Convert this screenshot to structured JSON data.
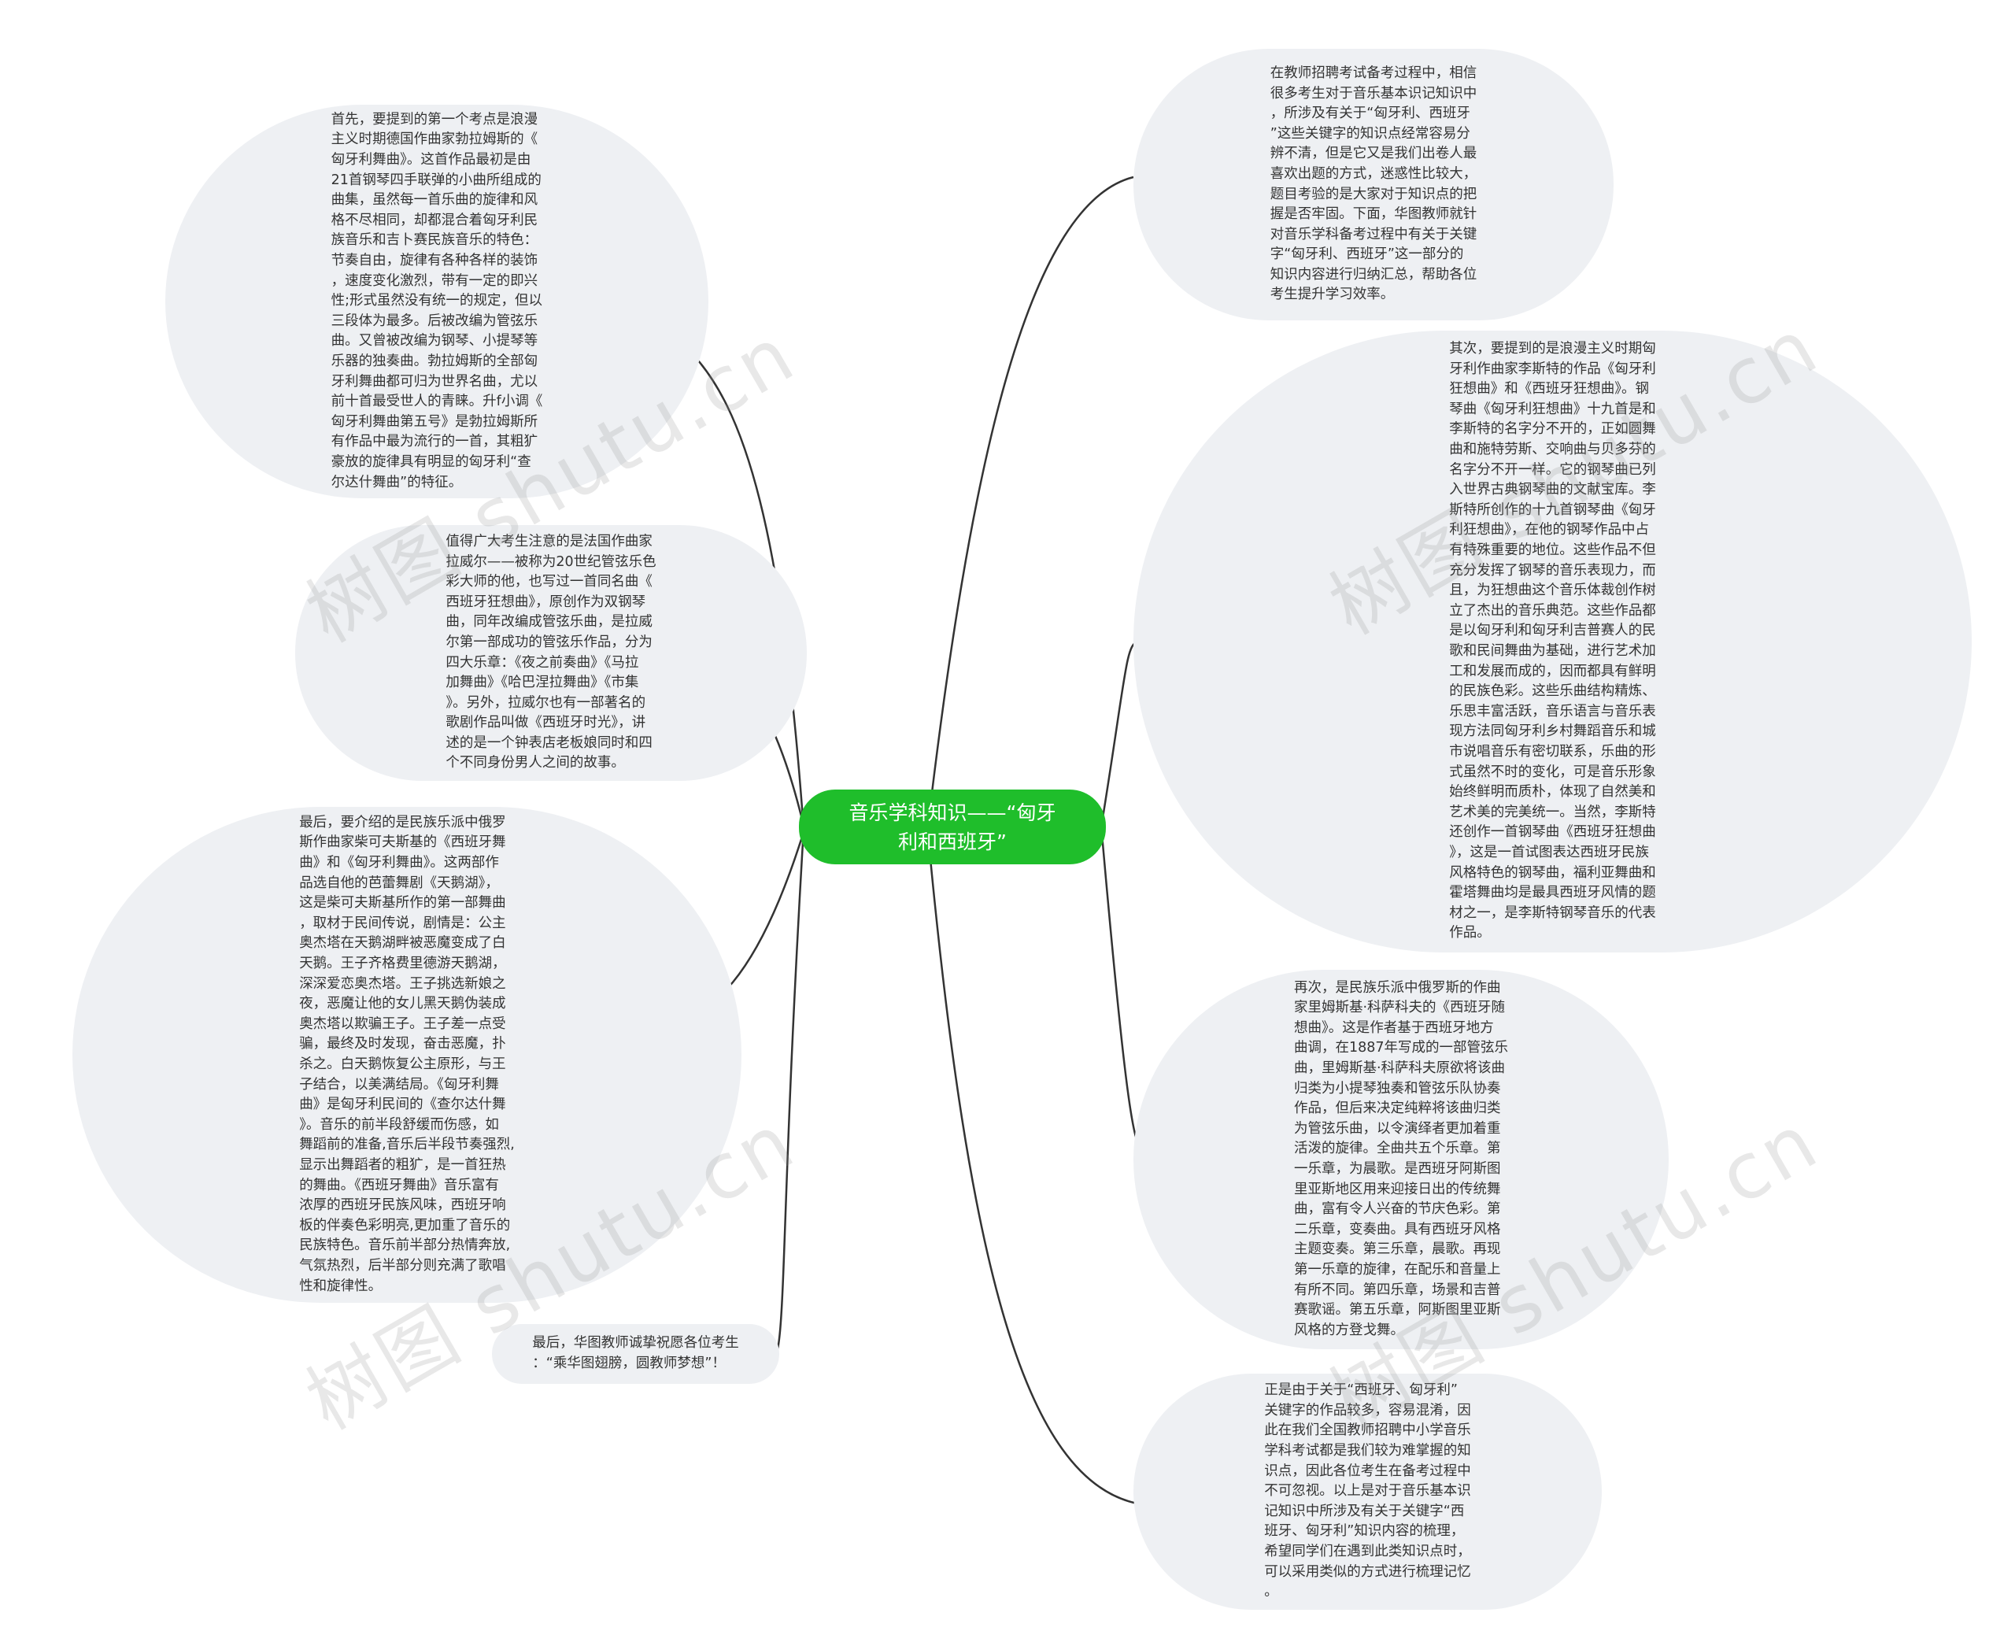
{
  "center": {
    "text": "音乐学科知识——“匈牙\n利和西班牙”",
    "color": "#1fbe2b"
  },
  "nodes": [
    {
      "id": "intro",
      "text": "在教师招聘考试备考过程中，相信\n很多考生对于音乐基本识记知识中\n，所涉及有关于“匈牙利、西班牙\n”这些关键字的知识点经常容易分\n辨不清，但是它又是我们出卷人最\n喜欢出题的方式，迷惑性比较大，\n题目考验的是大家对于知识点的把\n握是否牢固。下面，华图教师就针\n对音乐学科备考过程中有关于关键\n字“匈牙利、西班牙”这一部分的\n知识内容进行归纳汇总，帮助各位\n考生提升学习效率。"
    },
    {
      "id": "first",
      "text": "首先，要提到的第一个考点是浪漫\n主义时期德国作曲家勃拉姆斯的《\n匈牙利舞曲》。这首作品最初是由\n21首钢琴四手联弹的小曲所组成的\n曲集，虽然每一首乐曲的旋律和风\n格不尽相同，却都混合着匈牙利民\n族音乐和吉卜赛民族音乐的特色：\n节奏自由，旋律有各种各样的装饰\n，速度变化激烈，带有一定的即兴\n性;形式虽然没有统一的规定，但以\n三段体为最多。后被改编为管弦乐\n曲。又曾被改编为钢琴、小提琴等\n乐器的独奏曲。勃拉姆斯的全部匈\n牙利舞曲都可归为世界名曲，尤以\n前十首最受世人的青睐。升f小调《\n匈牙利舞曲第五号》是勃拉姆斯所\n有作品中最为流行的一首，其粗犷\n豪放的旋律具有明显的匈牙利“查\n尔达什舞曲”的特征。"
    },
    {
      "id": "second",
      "text": "其次，要提到的是浪漫主义时期匈\n牙利作曲家李斯特的作品《匈牙利\n狂想曲》和《西班牙狂想曲》。钢\n琴曲《匈牙利狂想曲》十九首是和\n李斯特的名字分不开的，正如圆舞\n曲和施特劳斯、交响曲与贝多芬的\n名字分不开一样。它的钢琴曲已列\n入世界古典钢琴曲的文献宝库。李\n斯特所创作的十九首钢琴曲《匈牙\n利狂想曲》，在他的钢琴作品中占\n有特殊重要的地位。这些作品不但\n充分发挥了钢琴的音乐表现力，而\n且，为狂想曲这个音乐体裁创作树\n立了杰出的音乐典范。这些作品都\n是以匈牙利和匈牙利吉普赛人的民\n歌和民间舞曲为基础，进行艺术加\n工和发展而成的，因而都具有鲜明\n的民族色彩。这些乐曲结构精炼、\n乐思丰富活跃，音乐语言与音乐表\n现方法同匈牙利乡村舞蹈音乐和城\n市说唱音乐有密切联系，乐曲的形\n式虽然不时的变化，可是音乐形象\n始终鲜明而质朴，体现了自然美和\n艺术美的完美统一。当然，李斯特\n还创作一首钢琴曲《西班牙狂想曲\n》，这是一首试图表达西班牙民族\n风格特色的钢琴曲，福利亚舞曲和\n霍塔舞曲均是最具西班牙风情的题\n材之一，是李斯特钢琴音乐的代表\n作品。"
    },
    {
      "id": "ravel",
      "text": "值得广大考生注意的是法国作曲家\n拉威尔——被称为20世纪管弦乐色\n彩大师的他，也写过一首同名曲《\n西班牙狂想曲》，原创作为双钢琴\n曲，同年改编成管弦乐曲，是拉威\n尔第一部成功的管弦乐作品，分为\n四大乐章：《夜之前奏曲》《马拉\n加舞曲》《哈巴涅拉舞曲》《市集\n》。另外，拉威尔也有一部著名的\n歌剧作品叫做《西班牙时光》，讲\n述的是一个钟表店老板娘同时和四\n个不同身份男人之间的故事。"
    },
    {
      "id": "third",
      "text": "再次，是民族乐派中俄罗斯的作曲\n家里姆斯基·科萨科夫的《西班牙随\n想曲》。这是作者基于西班牙地方\n曲调，在1887年写成的一部管弦乐\n曲，里姆斯基·科萨科夫原欲将该曲\n归类为小提琴独奏和管弦乐队协奏\n作品，但后来决定纯粹将该曲归类\n为管弦乐曲，以令演绎者更加着重\n活泼的旋律。全曲共五个乐章。第\n一乐章，为晨歌。是西班牙阿斯图\n里亚斯地区用来迎接日出的传统舞\n曲，富有令人兴奋的节庆色彩。第\n二乐章，变奏曲。具有西班牙风格\n主题变奏。第三乐章，晨歌。再现\n第一乐章的旋律，在配乐和音量上\n有所不同。第四乐章，场景和吉普\n赛歌谣。第五乐章，阿斯图里亚斯\n风格的方登戈舞。"
    },
    {
      "id": "last",
      "text": "最后，要介绍的是民族乐派中俄罗\n斯作曲家柴可夫斯基的《西班牙舞\n曲》和《匈牙利舞曲》。这两部作\n品选自他的芭蕾舞剧《天鹅湖》，\n这是柴可夫斯基所作的第一部舞曲\n，取材于民间传说，剧情是：公主\n奥杰塔在天鹅湖畔被恶魔变成了白\n天鹅。王子齐格费里德游天鹅湖，\n深深爱恋奥杰塔。王子挑选新娘之\n夜，恶魔让他的女儿黑天鹅伪装成\n奥杰塔以欺骗王子。王子差一点受\n骗，最终及时发现，奋击恶魔，扑\n杀之。白天鹅恢复公主原形，与王\n子结合，以美满结局。《匈牙利舞\n曲》是匈牙利民间的《查尔达什舞\n》。音乐的前半段舒缓而伤感，如\n舞蹈前的准备,音乐后半段节奏强烈,\n显示出舞蹈者的粗犷，是一首狂热\n的舞曲。《西班牙舞曲》音乐富有\n浓厚的西班牙民族风味，西班牙响\n板的伴奏色彩明亮,更加重了音乐的\n民族特色。音乐前半部分热情奔放,\n气氛热烈，后半部分则充满了歌唱\n性和旋律性。"
    },
    {
      "id": "summary",
      "text": "正是由于关于“西班牙、匈牙利”\n关键字的作品较多，容易混淆，因\n此在我们全国教师招聘中小学音乐\n学科考试都是我们较为难掌握的知\n识点，因此各位考生在备考过程中\n不可忽视。以上是对于音乐基本识\n记知识中所涉及有关于关键字“西\n班牙、匈牙利”知识内容的梳理，\n希望同学们在遇到此类知识点时，\n可以采用类似的方式进行梳理记忆\n。"
    },
    {
      "id": "wish",
      "text": "最后，华图教师诚挚祝愿各位考生\n：“乘华图翅膀，圆教师梦想”！"
    }
  ],
  "watermarks": [
    "树图 shutu.cn",
    "树图 shutu.cn",
    "树图 shutu.cn",
    "树图 shutu.cn"
  ]
}
